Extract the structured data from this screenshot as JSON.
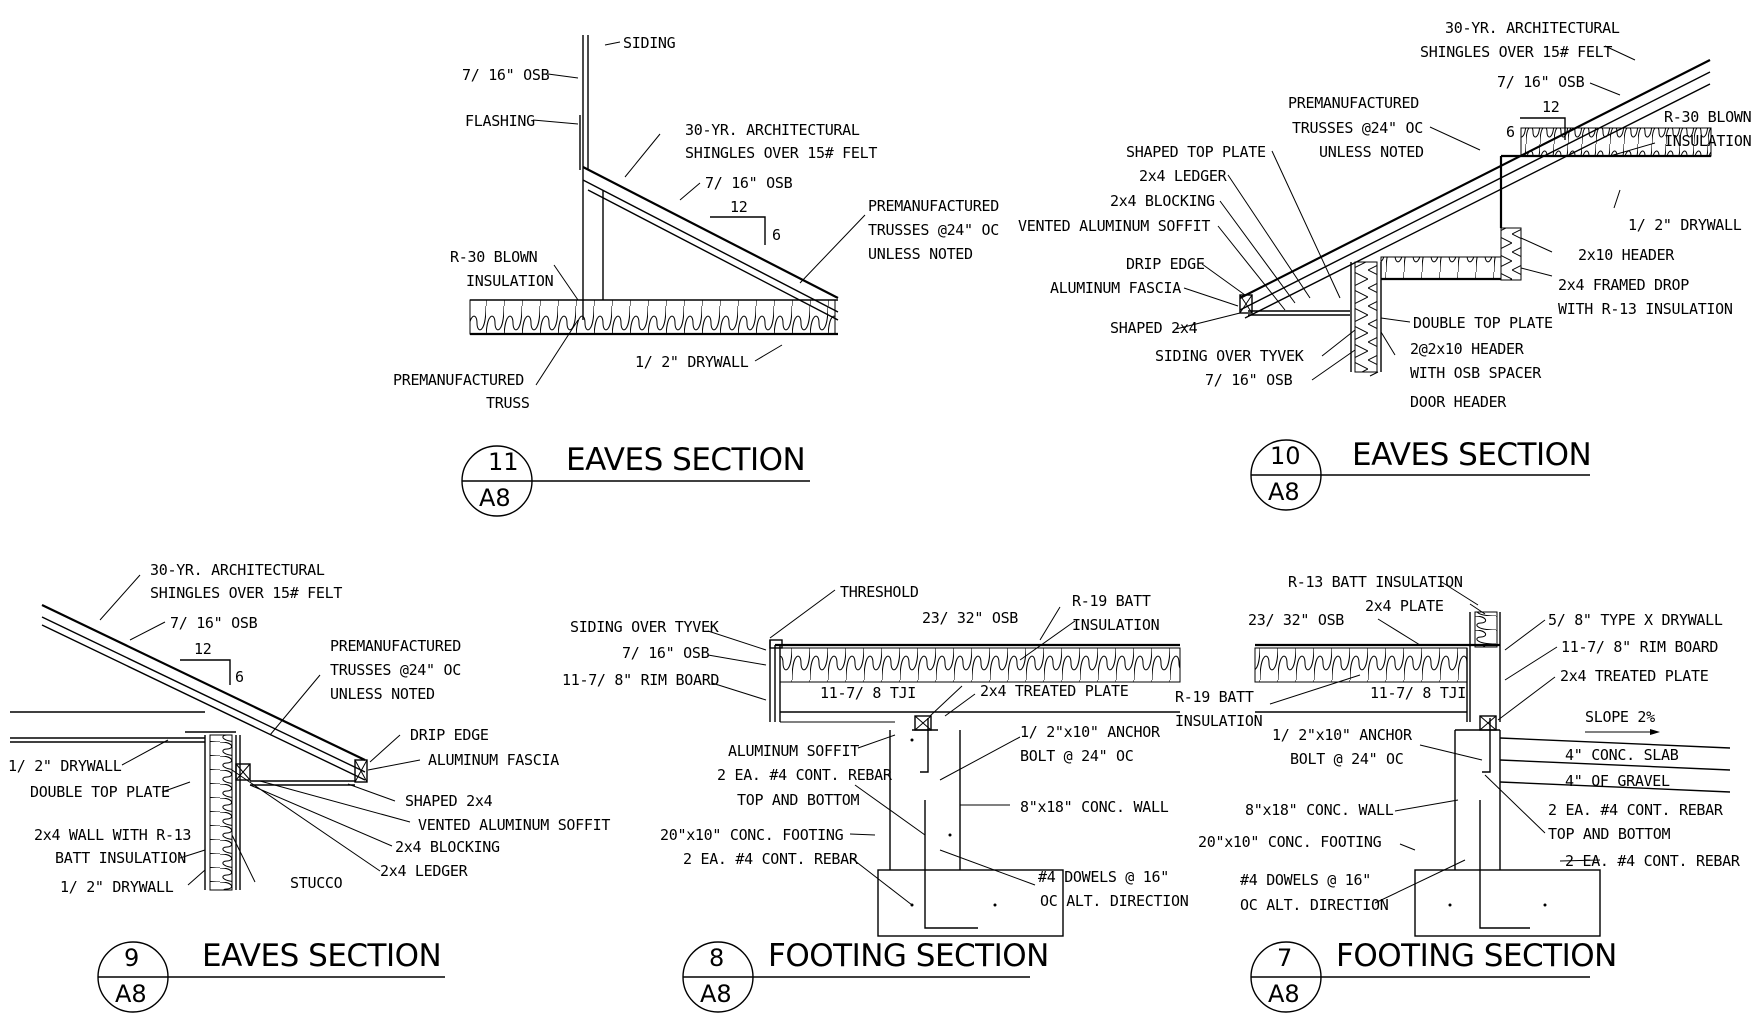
{
  "details": {
    "d11": {
      "number": "11",
      "sheet": "A8",
      "title": "EAVES SECTION",
      "labels": {
        "siding": "SIDING",
        "osb": "7/ 16\" OSB",
        "flashing": "FLASHING",
        "shingles1": "30-YR. ARCHITECTURAL",
        "shingles2": "SHINGLES OVER 15# FELT",
        "osb2": "7/ 16\" OSB",
        "pitch_run": "12",
        "pitch_rise": "6",
        "trusses1": "PREMANUFACTURED",
        "trusses2": "TRUSSES @24\" OC",
        "trusses3": "UNLESS NOTED",
        "insul1": "R-30 BLOWN",
        "insul2": "INSULATION",
        "truss1": "PREMANUFACTURED",
        "truss2": "TRUSS",
        "drywall": "1/ 2\" DRYWALL"
      }
    },
    "d10": {
      "number": "10",
      "sheet": "A8",
      "title": "EAVES SECTION",
      "labels": {
        "shingles1": "30-YR. ARCHITECTURAL",
        "shingles2": "SHINGLES OVER 15# FELT",
        "osb": "7/ 16\" OSB",
        "trusses1": "PREMANUFACTURED",
        "trusses2": "TRUSSES @24\" OC",
        "trusses3": "UNLESS NOTED",
        "pitch_run": "12",
        "pitch_rise": "6",
        "insul1": "R-30 BLOWN",
        "insul2": "INSULATION",
        "top_plate": "SHAPED TOP PLATE",
        "ledger": "2x4 LEDGER",
        "blocking": "2x4 BLOCKING",
        "soffit": "VENTED ALUMINUM SOFFIT",
        "drip": "DRIP EDGE",
        "fascia": "ALUMINUM FASCIA",
        "shaped": "SHAPED 2x4",
        "siding": "SIDING OVER TYVEK",
        "osb2": "7/ 16\" OSB",
        "drywall": "1/ 2\" DRYWALL",
        "header": "2x10 HEADER",
        "drop1": "2x4 FRAMED DROP",
        "drop2": "WITH R-13 INSULATION",
        "dbl_plate": "DOUBLE TOP PLATE",
        "hdr1": "2@2x10 HEADER",
        "hdr2": "WITH OSB SPACER",
        "door": "DOOR HEADER"
      }
    },
    "d9": {
      "number": "9",
      "sheet": "A8",
      "title": "EAVES SECTION",
      "labels": {
        "shingles1": "30-YR. ARCHITECTURAL",
        "shingles2": "SHINGLES OVER 15# FELT",
        "osb": "7/ 16\" OSB",
        "pitch_run": "12",
        "pitch_rise": "6",
        "trusses1": "PREMANUFACTURED",
        "trusses2": "TRUSSES @24\" OC",
        "trusses3": "UNLESS NOTED",
        "drip": "DRIP EDGE",
        "fascia": "ALUMINUM FASCIA",
        "drywall": "1/ 2\" DRYWALL",
        "dbl_plate": "DOUBLE TOP PLATE",
        "shaped": "SHAPED 2x4",
        "soffit": "VENTED ALUMINUM SOFFIT",
        "wall1": "2x4 WALL WITH R-13",
        "wall2": "BATT INSULATION",
        "blocking": "2x4 BLOCKING",
        "ledger": "2x4 LEDGER",
        "drywall2": "1/ 2\" DRYWALL",
        "stucco": "STUCCO"
      }
    },
    "d8": {
      "number": "8",
      "sheet": "A8",
      "title": "FOOTING SECTION",
      "labels": {
        "threshold": "THRESHOLD",
        "siding": "SIDING OVER TYVEK",
        "osb": "7/ 16\" OSB",
        "rim": "11-7/ 8\" RIM BOARD",
        "osb2": "23/ 32\" OSB",
        "batt1": "R-19 BATT",
        "batt2": "INSULATION",
        "tji": "11-7/ 8 TJI",
        "plate": "2x4 TREATED PLATE",
        "soffit": "ALUMINUM SOFFIT",
        "bolt1": "1/ 2\"x10\" ANCHOR",
        "bolt2": "BOLT @ 24\" OC",
        "rebar1": "2 EA. #4 CONT. REBAR",
        "rebar2": "TOP AND BOTTOM",
        "wall": "8\"x18\" CONC. WALL",
        "footing": "20\"x10\" CONC. FOOTING",
        "rebar3": "2 EA. #4 CONT. REBAR",
        "dowels1": "#4 DOWELS @ 16\"",
        "dowels2": "OC ALT. DIRECTION"
      }
    },
    "d7": {
      "number": "7",
      "sheet": "A8",
      "title": "FOOTING SECTION",
      "labels": {
        "batt": "R-13 BATT INSULATION",
        "plate": "2x4 PLATE",
        "osb": "23/ 32\" OSB",
        "drywall": "5/ 8\" TYPE X DRYWALL",
        "rim": "11-7/ 8\" RIM BOARD",
        "tplate": "2x4 TREATED PLATE",
        "batt1": "R-19 BATT",
        "batt2": "INSULATION",
        "tji": "11-7/ 8 TJI",
        "slope": "SLOPE 2%",
        "bolt1": "1/ 2\"x10\" ANCHOR",
        "bolt2": "BOLT @ 24\" OC",
        "slab": "4\" CONC. SLAB",
        "gravel": "4\" OF GRAVEL",
        "wall": "8\"x18\" CONC. WALL",
        "rebar1": "2 EA. #4 CONT. REBAR",
        "rebar2": "TOP AND BOTTOM",
        "footing": "20\"x10\" CONC. FOOTING",
        "rebar3": "2 EA. #4 CONT. REBAR",
        "dowels1": "#4 DOWELS @ 16\"",
        "dowels2": "OC ALT. DIRECTION"
      }
    }
  }
}
